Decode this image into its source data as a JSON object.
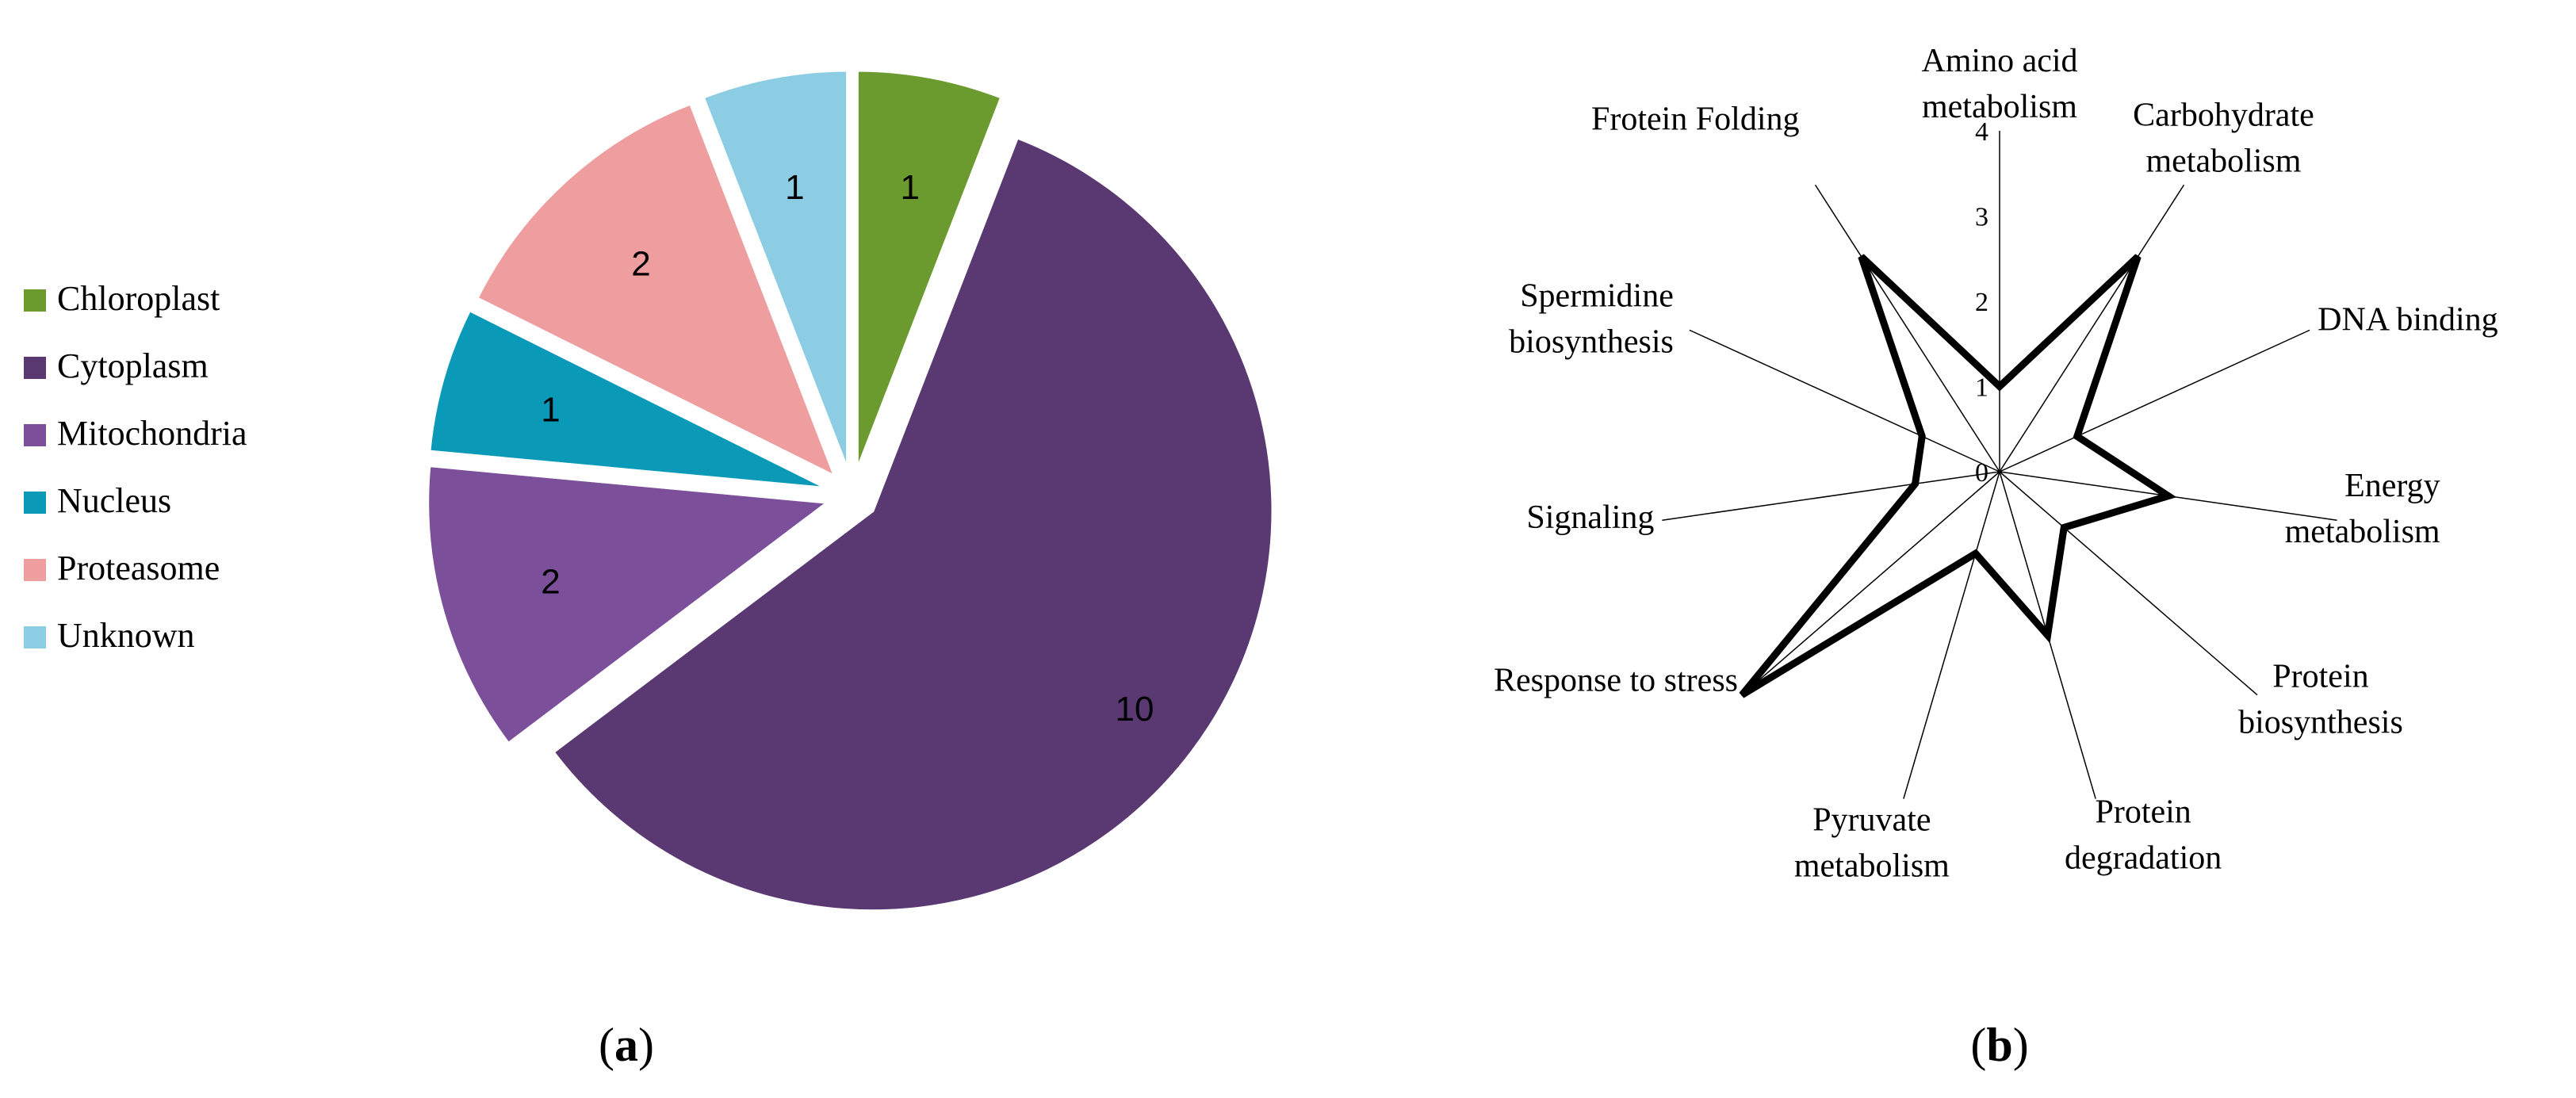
{
  "chart_data": [
    {
      "type": "pie",
      "panel_label": "a",
      "legend_position": "left",
      "slices": [
        {
          "label": "Chloroplast",
          "value": 1,
          "color": "#6B9B2E"
        },
        {
          "label": "Cytoplasm",
          "value": 10,
          "color": "#5A3872"
        },
        {
          "label": "Mitochondria",
          "value": 2,
          "color": "#7B4F9A"
        },
        {
          "label": "Nucleus",
          "value": 1,
          "color": "#0A9AB8"
        },
        {
          "label": "Proteasome",
          "value": 2,
          "color": "#EE9E9E"
        },
        {
          "label": "Unknown",
          "value": 1,
          "color": "#8CCDE3"
        }
      ]
    },
    {
      "type": "radar",
      "panel_label": "b",
      "rmin": 0,
      "rmax": 4,
      "ticks": [
        "0",
        "1",
        "2",
        "3",
        "4"
      ],
      "categories": [
        "Amino acid metabolism",
        "Carbohydrate metabolism",
        "DNA binding",
        "Energy metabolism",
        "Protein biosynthesis",
        "Protein degradation",
        "Pyruvate metabolism",
        "Response to stress",
        "Signaling",
        "Spermidine biosynthesis",
        "Frotein Folding"
      ],
      "values": [
        1,
        3,
        1,
        2,
        1,
        2,
        1,
        4,
        1,
        1,
        3
      ]
    }
  ]
}
